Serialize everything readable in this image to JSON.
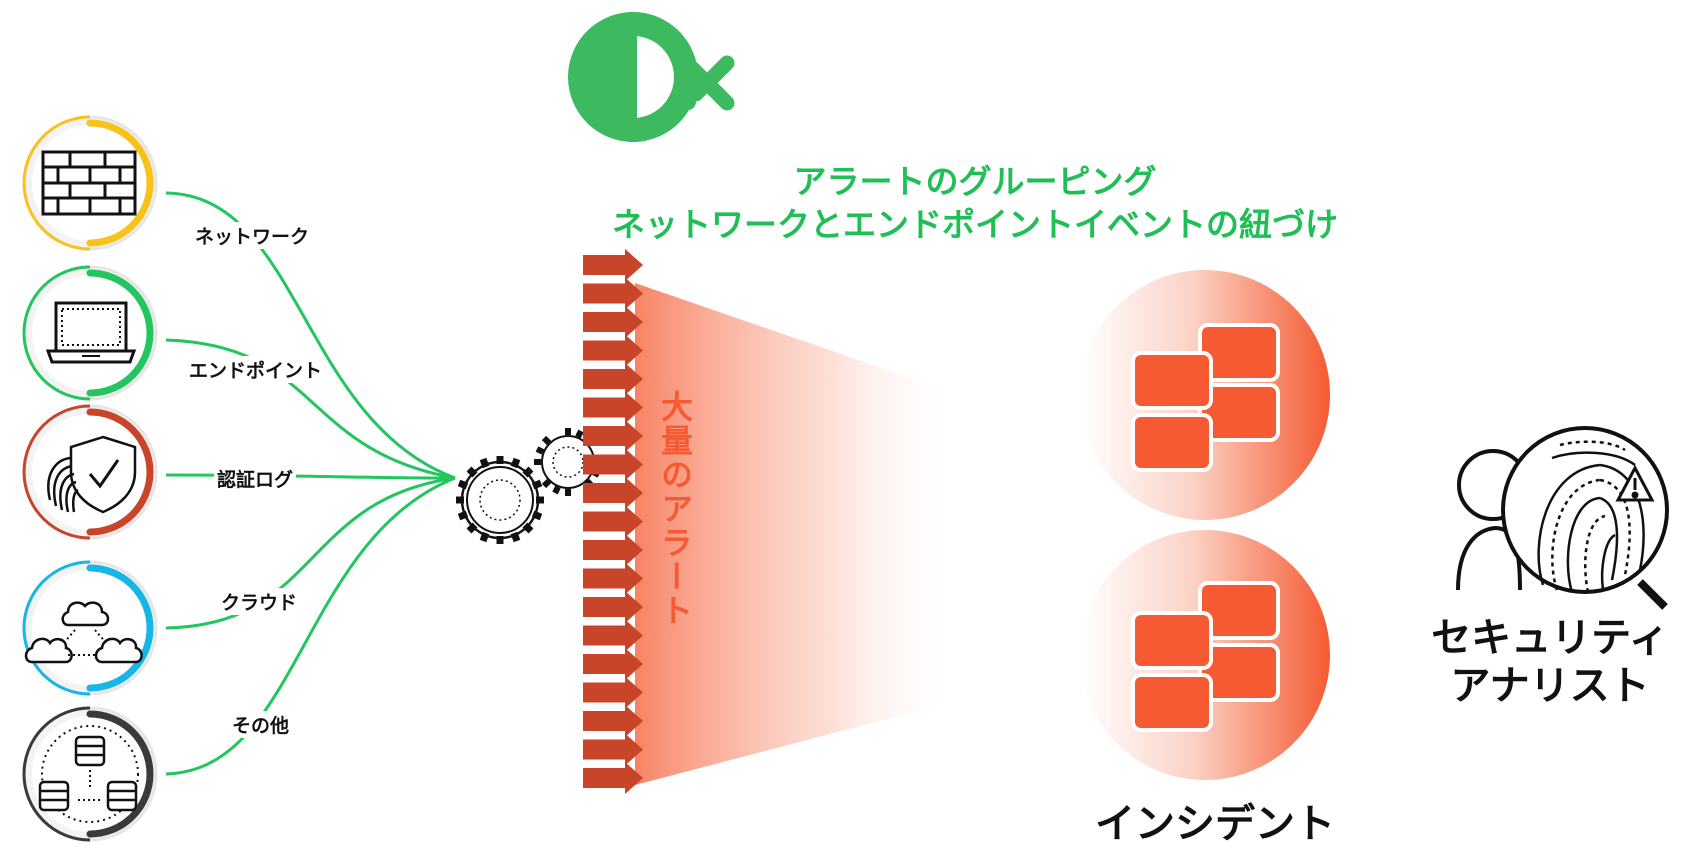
{
  "title": {
    "line1": "アラートのグルーピング",
    "line2": "ネットワークとエンドポイントイベントの紐づけ"
  },
  "sources": [
    {
      "label": "ネットワーク",
      "icon": "firewall-icon",
      "ring_color": "#f7c31b"
    },
    {
      "label": "エンドポイント",
      "icon": "laptop-icon",
      "ring_color": "#22c55e"
    },
    {
      "label": "認証ログ",
      "icon": "fingerprint-shield-icon",
      "ring_color": "#c9452a"
    },
    {
      "label": "クラウド",
      "icon": "cloud-icon",
      "ring_color": "#18b6e6"
    },
    {
      "label": "その他",
      "icon": "database-icon",
      "ring_color": "#3a3a3a"
    }
  ],
  "alerts_label": "大量のアラート",
  "incidents_label": "インシデント",
  "analyst_label": [
    "セキュリティ",
    "アナリスト"
  ],
  "colors": {
    "brand_green": "#3dba5f",
    "title_green": "#1fbf55",
    "connector_green": "#22c55e",
    "arrow_red": "#c9452a",
    "incident_orange": "#f55a32"
  }
}
